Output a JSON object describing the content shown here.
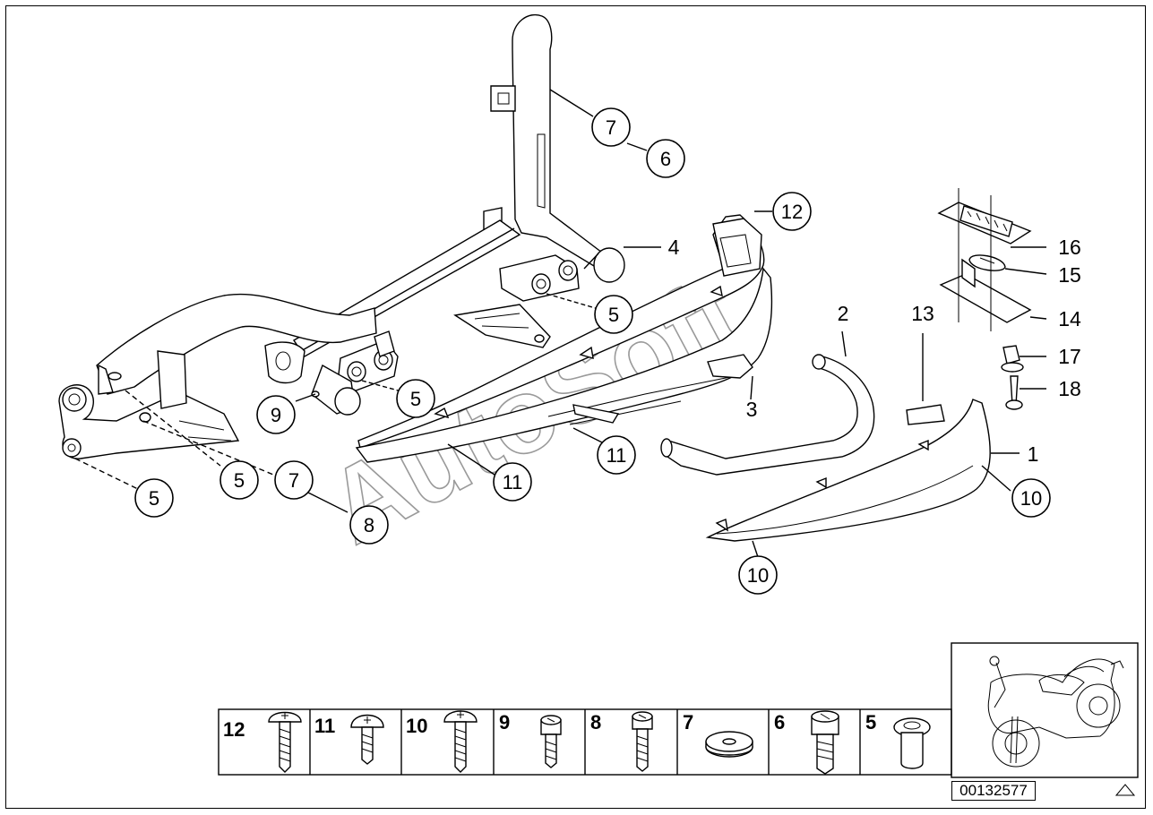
{
  "diagram": {
    "callouts": [
      "7",
      "6",
      "4",
      "12",
      "5",
      "2",
      "13",
      "16",
      "15",
      "14",
      "17",
      "18",
      "9",
      "5",
      "3",
      "5",
      "11",
      "11",
      "5",
      "7",
      "8",
      "1",
      "10",
      "10"
    ],
    "fastener_table": [
      "12",
      "11",
      "10",
      "9",
      "8",
      "7",
      "6",
      "5"
    ],
    "reference_number": "00132577",
    "watermark": "AutoSoft"
  },
  "colors": {
    "line": "#000000",
    "watermark": "#9a9a9a",
    "background": "#ffffff"
  },
  "icons": [
    "warning-triangle-icon",
    "motorcycle-thumbnail"
  ]
}
